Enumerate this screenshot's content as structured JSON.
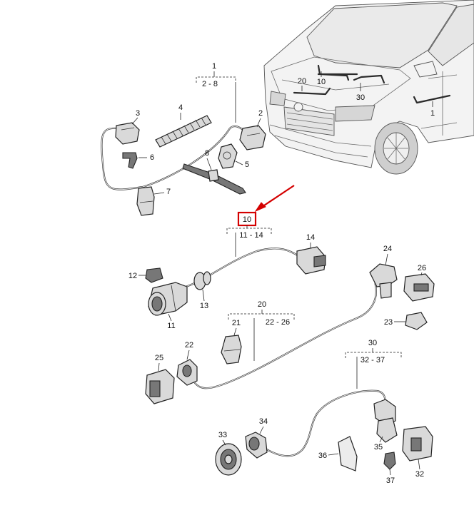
{
  "labels": {
    "p1": "1",
    "p1_range": "2 - 8",
    "p2": "2",
    "p3": "3",
    "p4": "4",
    "p5": "5",
    "p6": "6",
    "p7": "7",
    "p8": "8",
    "p10": "10",
    "p10_range": "11 - 14",
    "p11": "11",
    "p12": "12",
    "p13": "13",
    "p14": "14",
    "p20": "20",
    "p20_range": "22 - 26",
    "p21": "21",
    "p22": "22",
    "p23": "23",
    "p24": "24",
    "p25": "25",
    "p26": "26",
    "p30": "30",
    "p30_range": "32 - 37",
    "p32": "32",
    "p33": "33",
    "p34": "34",
    "p35": "35",
    "p36": "36",
    "p37": "37",
    "car_20": "20",
    "car_10": "10",
    "car_30": "30",
    "car_1": "1"
  },
  "highlight": {
    "box_color": "#d40000",
    "arrow_color": "#d40000"
  }
}
